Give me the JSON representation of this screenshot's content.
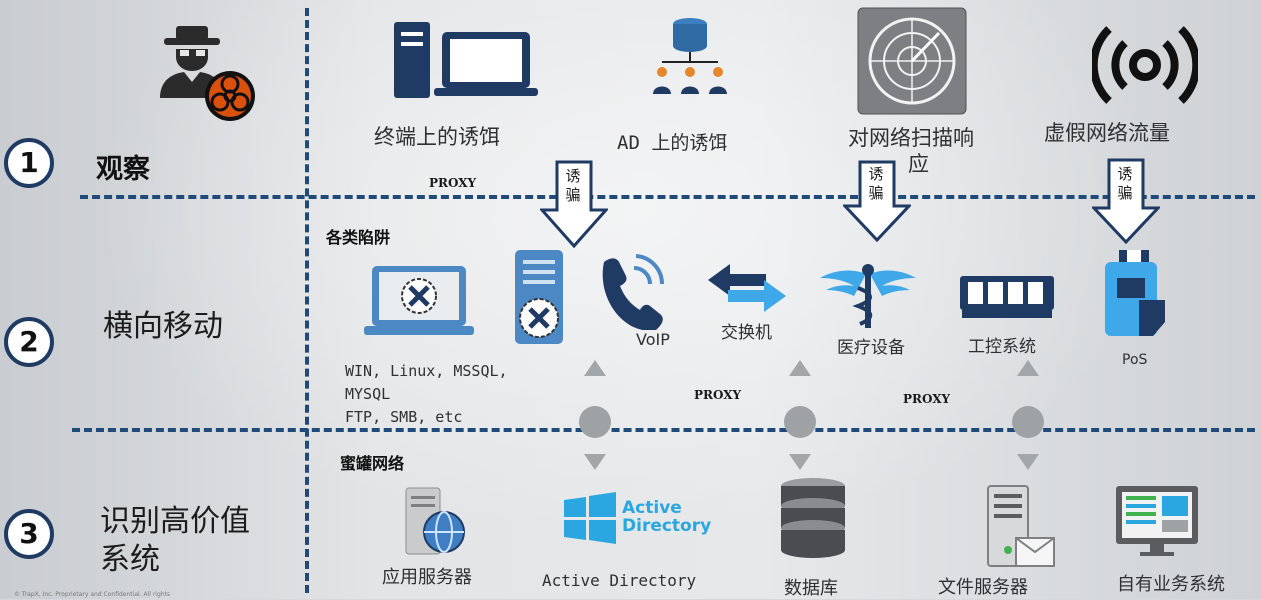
{
  "rows": {
    "observe": {
      "number": "1",
      "label": "观察"
    },
    "lateral": {
      "number": "2",
      "label": "横向移动"
    },
    "identify": {
      "number": "3",
      "label_line1": "识别高价值",
      "label_line2": "系统"
    }
  },
  "observe_items": {
    "endpoint": "终端上的诱饵",
    "ad": "AD 上的诱饵",
    "scan_line1": "对网络扫描响",
    "scan_line2": "应",
    "traffic": "虚假网络流量"
  },
  "lure_label": "诱骗",
  "proxy_label": "PROXY",
  "traps": {
    "heading": "各类陷阱",
    "protocols_line1": "WIN, Linux, MSSQL,",
    "protocols_line2": "MYSQL",
    "protocols_line3": "FTP, SMB, etc",
    "voip": "VoIP",
    "switch": "交换机",
    "medical": "医疗设备",
    "ics": "工控系统",
    "pos": "PoS"
  },
  "honeynet": {
    "heading": "蜜罐网络",
    "app_server": "应用服务器",
    "active_directory": "Active Directory",
    "ad_logo_line1": "Active",
    "ad_logo_line2": "Directory",
    "database": "数据库",
    "file_server": "文件服务器",
    "business_system": "自有业务系统"
  },
  "footer_note": "© TrapX, Inc. Proprietary and Confidential. All rights",
  "colors": {
    "accent": "#2f5f8a",
    "dash": "#1f4a7a",
    "biohazard": "#d9510c"
  }
}
